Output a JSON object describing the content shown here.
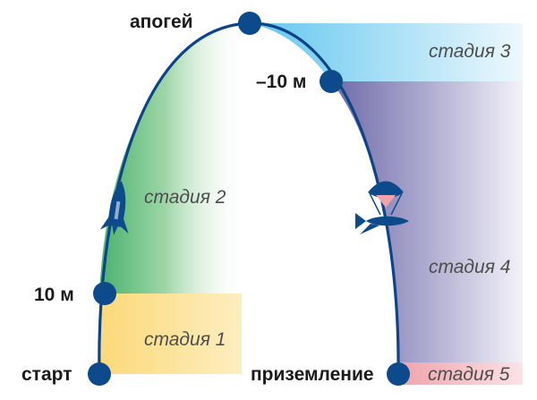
{
  "diagram": {
    "points": {
      "start": "старт",
      "ascent_10m": "10 м",
      "apogee": "апогей",
      "descent_10m": "–10 м",
      "landing": "приземление"
    },
    "stages": {
      "stage1": "стадия 1",
      "stage2": "стадия 2",
      "stage3": "стадия 3",
      "stage4": "стадия 4",
      "stage5": "стадия 5"
    },
    "icons": {
      "rocket": "rocket-icon",
      "parachute": "parachute-icon"
    },
    "colors": {
      "trajectory": "#0d4487",
      "point": "#0d4a8c",
      "stage1": "#fcd978",
      "stage2": "#49b26e",
      "stage3": "#61c6ef",
      "stage4": "#6e6aa8",
      "stage5": "#f0a3ab"
    }
  }
}
